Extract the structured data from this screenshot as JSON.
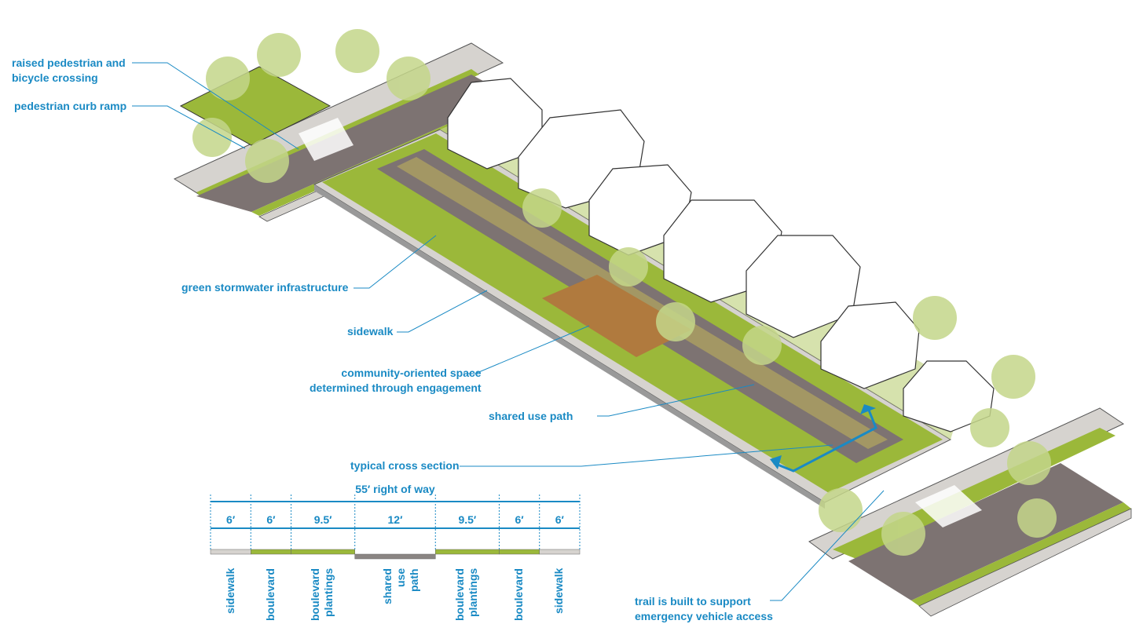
{
  "labels": {
    "raised_crossing": [
      "raised pedestrian and",
      "bicycle crossing"
    ],
    "curb_ramp": "pedestrian curb ramp",
    "stormwater": "green stormwater infrastructure",
    "sidewalk": "sidewalk",
    "community_space": [
      "community-oriented space",
      "determined through engagement"
    ],
    "shared_use_path": "shared use path",
    "cross_section": "typical cross section",
    "emergency": [
      "trail is built to support",
      "emergency vehicle access"
    ]
  },
  "cross_section": {
    "total": "55′ right of way",
    "segments": [
      {
        "width": "6′",
        "feet": 6,
        "name": [
          "sidewalk"
        ],
        "color": "#d6d3cf"
      },
      {
        "width": "6′",
        "feet": 6,
        "name": [
          "boulevard"
        ],
        "color": "#9bb83a"
      },
      {
        "width": "9.5′",
        "feet": 9.5,
        "name": [
          "boulevard",
          "plantings"
        ],
        "color": "#9bb83a"
      },
      {
        "width": "12′",
        "feet": 12,
        "name": [
          "shared use",
          "path"
        ],
        "color": "#8a8583"
      },
      {
        "width": "9.5′",
        "feet": 9.5,
        "name": [
          "boulevard",
          "plantings"
        ],
        "color": "#9bb83a"
      },
      {
        "width": "6′",
        "feet": 6,
        "name": [
          "boulevard"
        ],
        "color": "#9bb83a"
      },
      {
        "width": "6′",
        "feet": 6,
        "name": [
          "sidewalk"
        ],
        "color": "#d6d3cf"
      }
    ]
  },
  "colors": {
    "accent": "#1a8ac4",
    "grass": "#9bb83a",
    "road": "#7d7372",
    "sidewalk": "#d6d3cf",
    "tree": "#c4d68a"
  }
}
